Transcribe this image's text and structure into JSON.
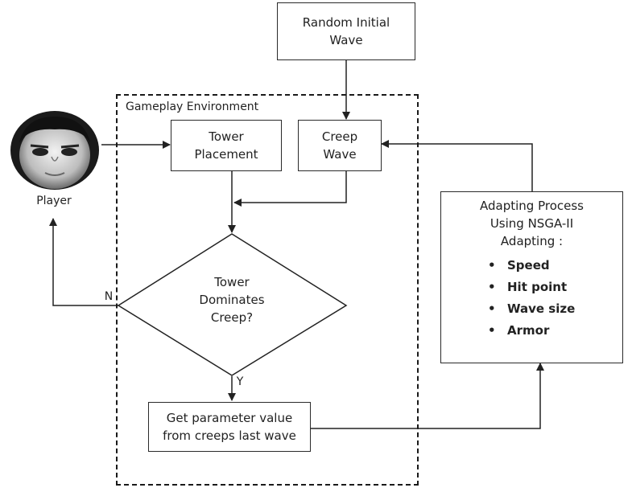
{
  "random_wave": {
    "line1": "Random Initial",
    "line2": "Wave"
  },
  "environment": {
    "label": "Gameplay Environment"
  },
  "tower_placement": {
    "line1": "Tower",
    "line2": "Placement"
  },
  "creep_wave": {
    "line1": "Creep",
    "line2": "Wave"
  },
  "player": {
    "label": "Player"
  },
  "decision": {
    "line1": "Tower",
    "line2": "Dominates",
    "line3": "Creep?",
    "no_label": "N",
    "yes_label": "Y"
  },
  "get_param": {
    "line1": "Get parameter value",
    "line2": "from creeps last wave"
  },
  "adapting": {
    "line1": "Adapting Process",
    "line2": "Using NSGA-II",
    "line3": "Adapting :",
    "items": [
      "Speed",
      "Hit point",
      "Wave size",
      "Armor"
    ]
  }
}
